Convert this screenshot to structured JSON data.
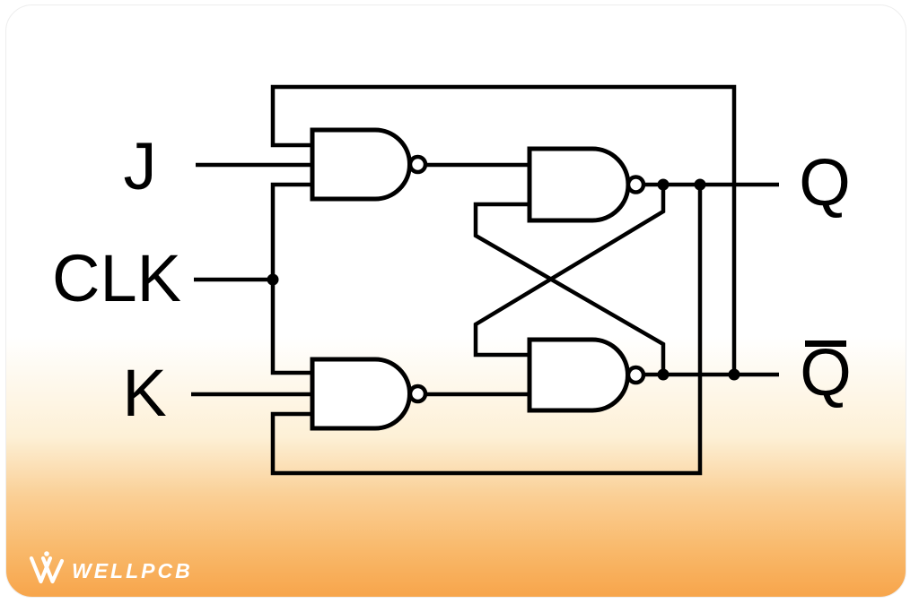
{
  "diagram": {
    "type": "logic-circuit",
    "subject": "JK flip-flop built from four NAND gates",
    "gate_type": "NAND",
    "gate_count": 4,
    "inputs": {
      "j": "J",
      "clk": "CLK",
      "k": "K"
    },
    "outputs": {
      "q": "Q",
      "q_bar": "Q"
    },
    "q_bar_has_overline": true
  },
  "branding": {
    "logo_text": "WELLPCB"
  },
  "colors": {
    "wire": "#000000",
    "card_top": "#ffffff",
    "card_bottom": "#f7a54b",
    "logo": "#ffffff",
    "card_border": "#ededed"
  }
}
